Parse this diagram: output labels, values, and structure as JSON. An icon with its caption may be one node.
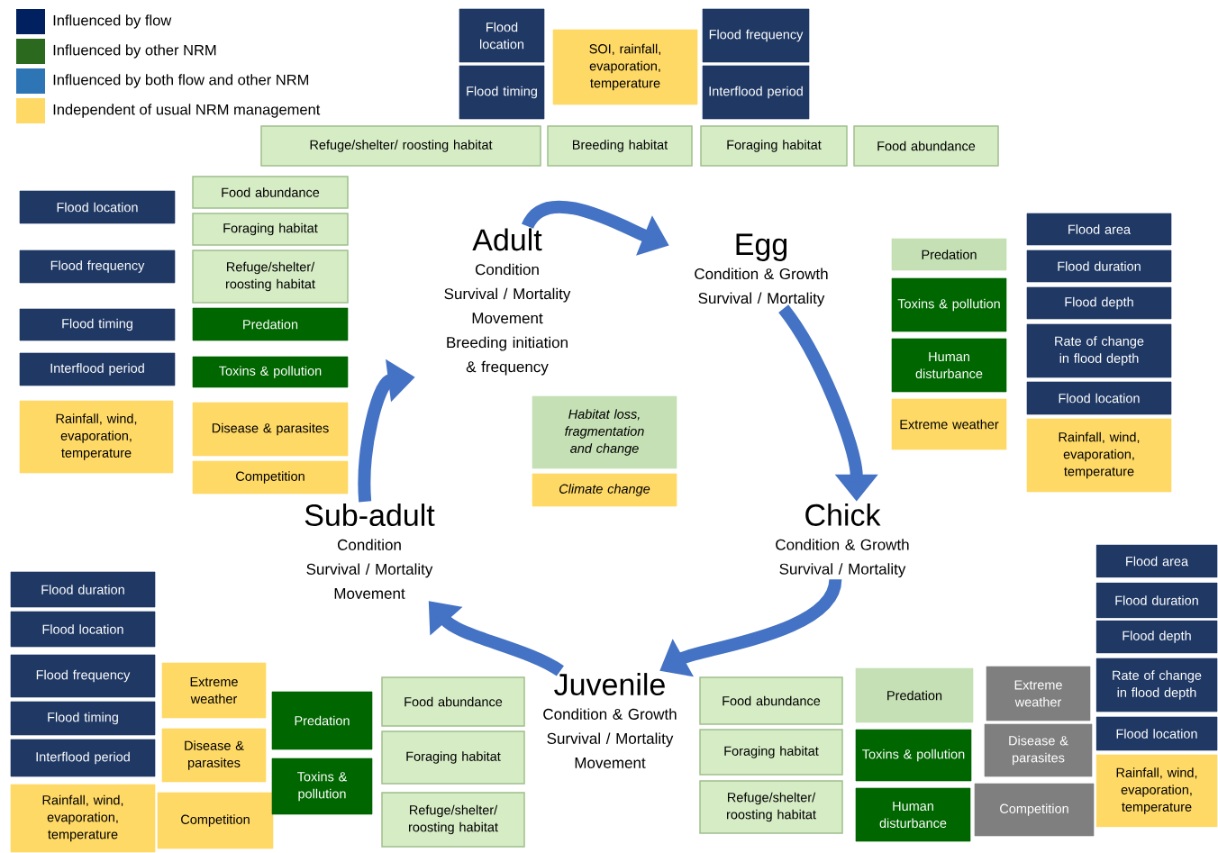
{
  "diagram": {
    "nodes": [
      {
        "text": [
          "Flood location"
        ]
      },
      {
        "text": [
          "Flood timing"
        ]
      },
      {
        "text": [
          "SOI, rainfall, evaporation, temperature"
        ]
      },
      {
        "text": [
          "Flood frequency"
        ]
      },
      {
        "text": [
          "Interflood period"
        ]
      },
      {
        "text": [
          "Refuge/shelter/ roosting habitat"
        ]
      },
      {
        "text": [
          "Breeding habitat"
        ]
      },
      {
        "text": [
          "Foraging habitat"
        ]
      },
      {
        "text": [
          "Food abundance"
        ]
      },
      {
        "text": [
          "Flood location"
        ]
      },
      {
        "text": [
          "Flood frequency"
        ]
      },
      {
        "text": [
          "Flood timing"
        ]
      },
      {
        "text": [
          "Interflood period"
        ]
      },
      {
        "text": [
          "Rainfall, wind, evaporation, temperature"
        ]
      },
      {
        "text": [
          "Food abundance"
        ]
      },
      {
        "text": [
          "Foraging habitat"
        ]
      },
      {
        "text": [
          "Refuge/shelter/ roosting habitat"
        ]
      },
      {
        "text": [
          "Predation"
        ]
      },
      {
        "text": [
          "Toxins & pollution"
        ]
      },
      {
        "text": [
          "Disease & parasites"
        ]
      },
      {
        "text": [
          "Competition"
        ]
      },
      {
        "text": [
          "Adult",
          "Condition",
          "Survival / Mortality",
          "Movement",
          "Breeding initiation & frequency"
        ]
      },
      {
        "text": [
          "Egg",
          "Condition & Growth",
          "Survival / Mortality"
        ]
      },
      {
        "text": [
          "Habitat loss, fragmentation and change"
        ]
      },
      {
        "text": [
          "Climate change"
        ]
      },
      {
        "text": [
          "Predation"
        ]
      },
      {
        "text": [
          "Toxins & pollution"
        ]
      },
      {
        "text": [
          "Human disturbance"
        ]
      },
      {
        "text": [
          "Extreme weather"
        ]
      },
      {
        "text": [
          "Flood area"
        ]
      },
      {
        "text": [
          "Flood duration"
        ]
      },
      {
        "text": [
          "Flood depth"
        ]
      },
      {
        "text": [
          "Rate of change in flood depth"
        ]
      },
      {
        "text": [
          "Flood location"
        ]
      },
      {
        "text": [
          "Rainfall, wind, evaporation, temperature"
        ]
      },
      {
        "text": [
          "Chick",
          "Condition & Growth",
          "Survival / Mortality"
        ]
      },
      {
        "text": [
          "Sub-adult",
          "Condition",
          "Survival / Mortality",
          "Movement"
        ]
      },
      {
        "text": [
          "Juvenile",
          "Condition & Growth",
          "Survival / Mortality",
          "Movement"
        ]
      },
      {
        "text": [
          "Flood duration"
        ]
      },
      {
        "text": [
          "Flood location"
        ]
      },
      {
        "text": [
          "Flood frequency"
        ]
      },
      {
        "text": [
          "Flood timing"
        ]
      },
      {
        "text": [
          "Interflood period"
        ]
      },
      {
        "text": [
          "Rainfall, wind, evaporation, temperature"
        ]
      },
      {
        "text": [
          "Extreme weather"
        ]
      },
      {
        "text": [
          "Disease & parasites"
        ]
      },
      {
        "text": [
          "Competition"
        ]
      },
      {
        "text": [
          "Predation"
        ]
      },
      {
        "text": [
          "Toxins & pollution"
        ]
      },
      {
        "text": [
          "Food abundance"
        ]
      },
      {
        "text": [
          "Foraging habitat"
        ]
      },
      {
        "text": [
          "Refuge/shelter/ roosting habitat"
        ]
      },
      {
        "text": [
          "Food abundance"
        ]
      },
      {
        "text": [
          "Foraging habitat"
        ]
      },
      {
        "text": [
          "Refuge/shelter/ roosting habitat"
        ]
      },
      {
        "text": [
          "Predation"
        ]
      },
      {
        "text": [
          "Toxins & pollution"
        ]
      },
      {
        "text": [
          "Human disturbance"
        ]
      },
      {
        "text": [
          "Extreme weather"
        ]
      },
      {
        "text": [
          "Disease & parasites"
        ]
      },
      {
        "text": [
          "Competition"
        ]
      },
      {
        "text": [
          "Flood area"
        ]
      },
      {
        "text": [
          "Flood duration"
        ]
      },
      {
        "text": [
          "Flood depth"
        ]
      },
      {
        "text": [
          "Rate of change in flood depth"
        ]
      },
      {
        "text": [
          "Flood location"
        ]
      },
      {
        "text": [
          "Rainfall, wind, evaporation, temperature"
        ]
      }
    ],
    "edges": [
      {
        "from": 21,
        "to": 22,
        "arrow": "to"
      },
      {
        "from": 22,
        "to": 35,
        "arrow": "to"
      },
      {
        "from": 35,
        "to": 37,
        "arrow": "to"
      },
      {
        "from": 37,
        "to": 36,
        "arrow": "to"
      },
      {
        "from": 36,
        "to": 21,
        "arrow": "to"
      }
    ],
    "legend": [
      {
        "text": "Influenced by flow",
        "color": "#002060"
      },
      {
        "text": "Influenced by other NRM",
        "color": "#2b6a1e"
      },
      {
        "text": "Influenced by both flow and other NRM",
        "color": "#2e75b6"
      },
      {
        "text": "Independent  of usual NRM management",
        "color": "#ffd966"
      }
    ]
  }
}
